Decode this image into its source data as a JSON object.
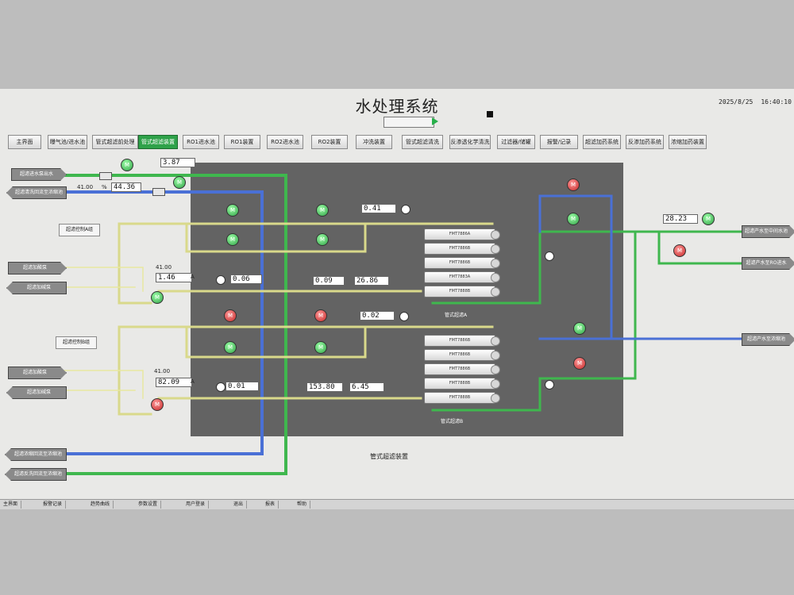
{
  "header": {
    "title": "水处理系统",
    "date": "2025/8/25",
    "time": "16:40:10"
  },
  "nav": {
    "items": [
      {
        "label": "主界面"
      },
      {
        "label": "曝气池/进水池"
      },
      {
        "label": "管式超滤前处理"
      },
      {
        "label": "管式超滤装置",
        "active": true
      },
      {
        "label": "RO1进水池"
      },
      {
        "label": "RO1装置"
      },
      {
        "label": "RO2进水池"
      },
      {
        "label": "RO2装置"
      },
      {
        "label": "冲洗装置"
      },
      {
        "label": "管式超滤清洗"
      },
      {
        "label": "反渗透化学清洗"
      },
      {
        "label": "过滤器/储罐"
      },
      {
        "label": "报警/记录"
      },
      {
        "label": "超滤加药系统"
      },
      {
        "label": "反渗加药系统"
      },
      {
        "label": "浓缩加药装置"
      }
    ]
  },
  "left_boxes": {
    "in1": "超滤进水泵出水",
    "in2": "超滤清洗回流至浓缩池",
    "acid1": "超滤加酸泵",
    "acid2": "超滤加碱泵",
    "acid3": "超滤加酸泵",
    "acid4": "超滤加碱泵",
    "ret1": "超滤浓缩回流至浓缩池",
    "ret2": "超滤反洗回流至浓缩池"
  },
  "control_buttons": {
    "a": "超滤控制A组",
    "b": "超滤控制B组"
  },
  "values": {
    "top_flow": "3.87",
    "top_freq_pct": "44.36",
    "top_freq_unit": "%",
    "top_pct_label": "41.00",
    "a_freq": "1.46",
    "a_freq_unit": "A",
    "a_freq_pct": "41.00",
    "a_flow1": "0.06",
    "a_flow2": "0.09",
    "a_flow3": "26.86",
    "a_top": "0.41",
    "b_top": "0.02",
    "b_freq": "82.09",
    "b_freq_unit": "A",
    "b_freq_pct": "41.00",
    "b_flow1": "0.01",
    "b_flow2": "153.80",
    "b_flow3": "6.45",
    "out_right": "28.23"
  },
  "membranes_a": [
    "FMT7886A",
    "FMT7886B",
    "FMT7886B",
    "FMT7883A",
    "FMT7888B"
  ],
  "membranes_b": [
    "FMT7886B",
    "FMT7886B",
    "FMT7886B",
    "FMT7888B",
    "FMT7888B"
  ],
  "labels": {
    "unit_a": "管式超滤A",
    "unit_b": "管式超滤B",
    "bottom": "管式超滤装置"
  },
  "right_boxes": {
    "out1": "超滤产水至中间水池",
    "out2": "超滤产水至RO进水",
    "out3": "超滤产水至浓缩池"
  },
  "taskbar": [
    "主界面",
    "报警记录",
    "趋势曲线",
    "参数设置",
    "用户登录",
    "退出",
    "报表",
    "帮助"
  ]
}
